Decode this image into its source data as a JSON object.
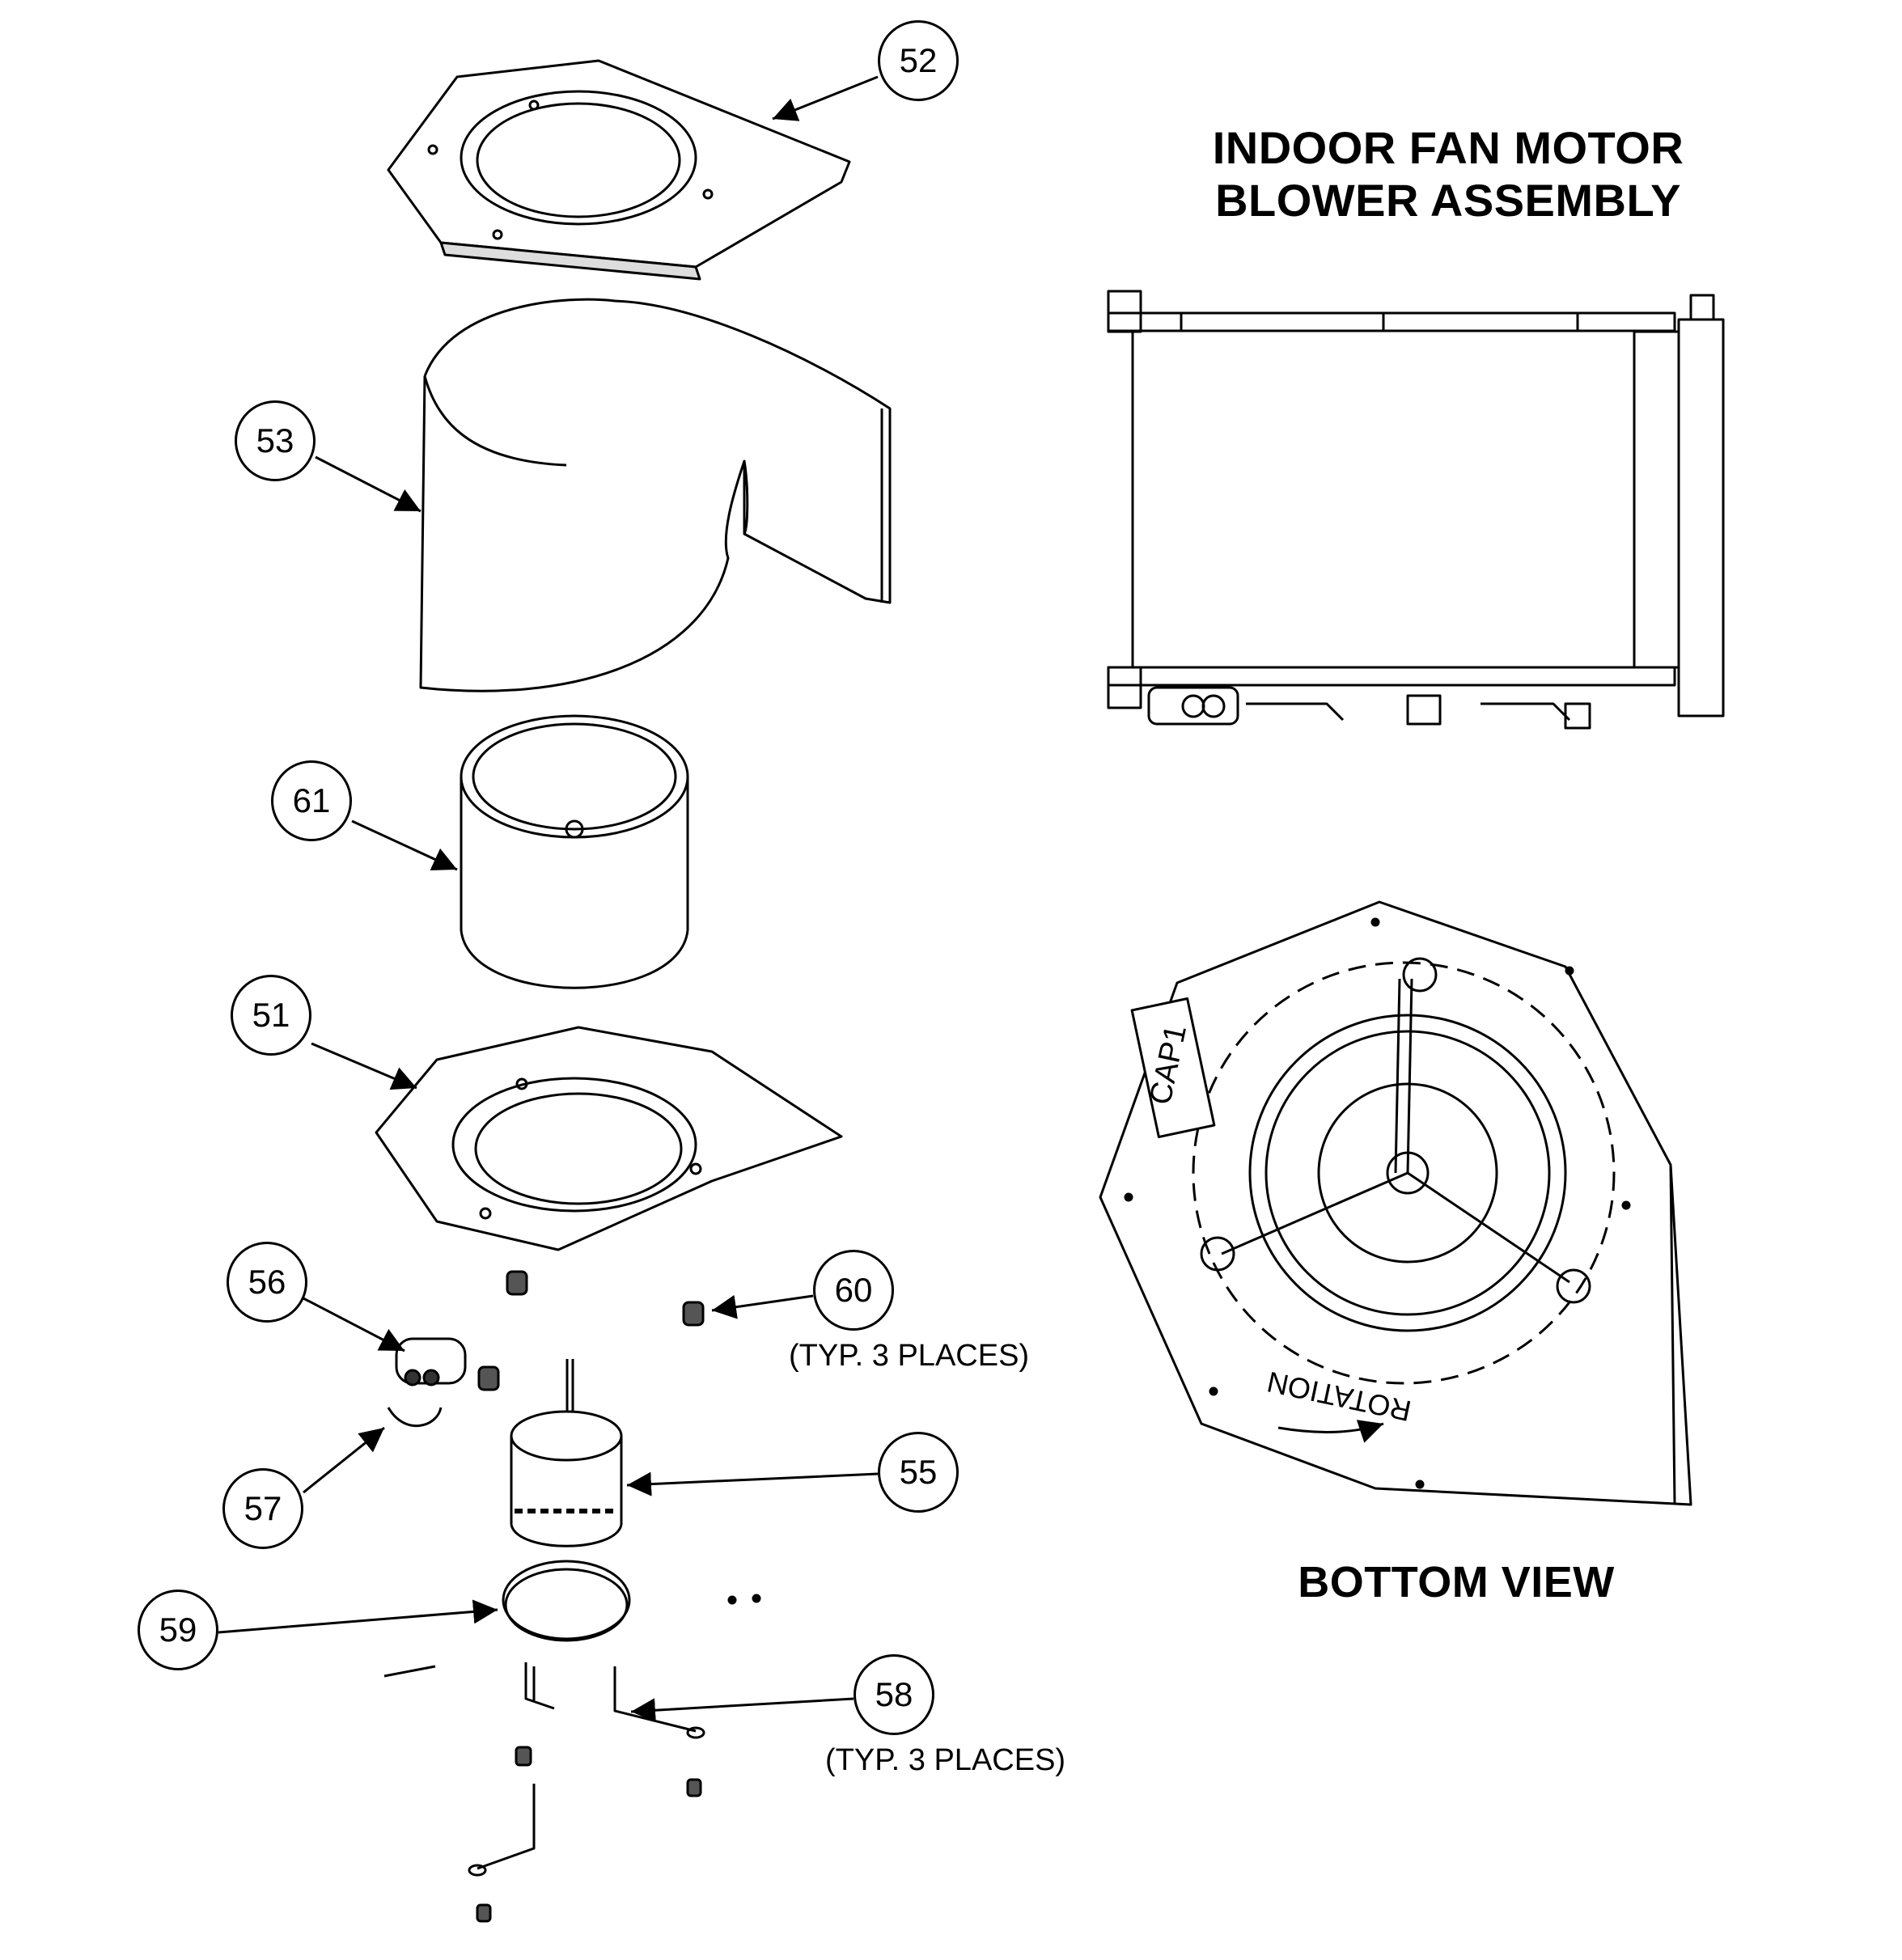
{
  "title": {
    "line1": "INDOOR FAN MOTOR",
    "line2": "BLOWER ASSEMBLY"
  },
  "bottom_view_label": "BOTTOM VIEW",
  "cap_label": "CAP1",
  "rotation_label": "ROTATION",
  "callouts": {
    "c52": "52",
    "c53": "53",
    "c61": "61",
    "c51": "51",
    "c56": "56",
    "c60": "60",
    "c57": "57",
    "c55": "55",
    "c59": "59",
    "c58": "58"
  },
  "notes": {
    "n60": "(TYP. 3 PLACES)",
    "n58": "(TYP. 3 PLACES)"
  }
}
